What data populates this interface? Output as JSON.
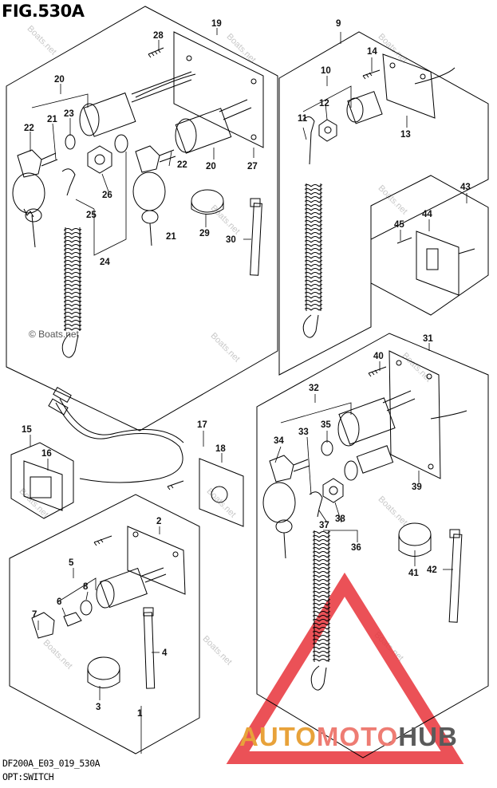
{
  "header": {
    "title": "FIG.530A"
  },
  "footer": {
    "code": "DF200A_E03_019_530A",
    "caption": "OPT:SWITCH"
  },
  "watermark": {
    "text": "Boats.net",
    "copyright": "© Boats.net"
  },
  "brand": {
    "part1": "AUTO",
    "part2": "MOTO",
    "part3": "HUB"
  },
  "colors": {
    "logo_red": "#e8333a",
    "brand_orange": "#e8a23a",
    "brand_salmon": "#ee7c73",
    "brand_gray": "#5a5a5a",
    "line": "#000000"
  },
  "callouts": [
    "28",
    "19",
    "20",
    "23",
    "22",
    "21",
    "26",
    "25",
    "24",
    "27",
    "29",
    "30",
    "9",
    "10",
    "14",
    "12",
    "11",
    "13",
    "43",
    "45",
    "44",
    "31",
    "40",
    "15",
    "16",
    "17",
    "18",
    "32",
    "35",
    "34",
    "33",
    "39",
    "37",
    "38",
    "36",
    "41",
    "42",
    "2",
    "5",
    "6",
    "8",
    "7",
    "4",
    "3",
    "1"
  ]
}
